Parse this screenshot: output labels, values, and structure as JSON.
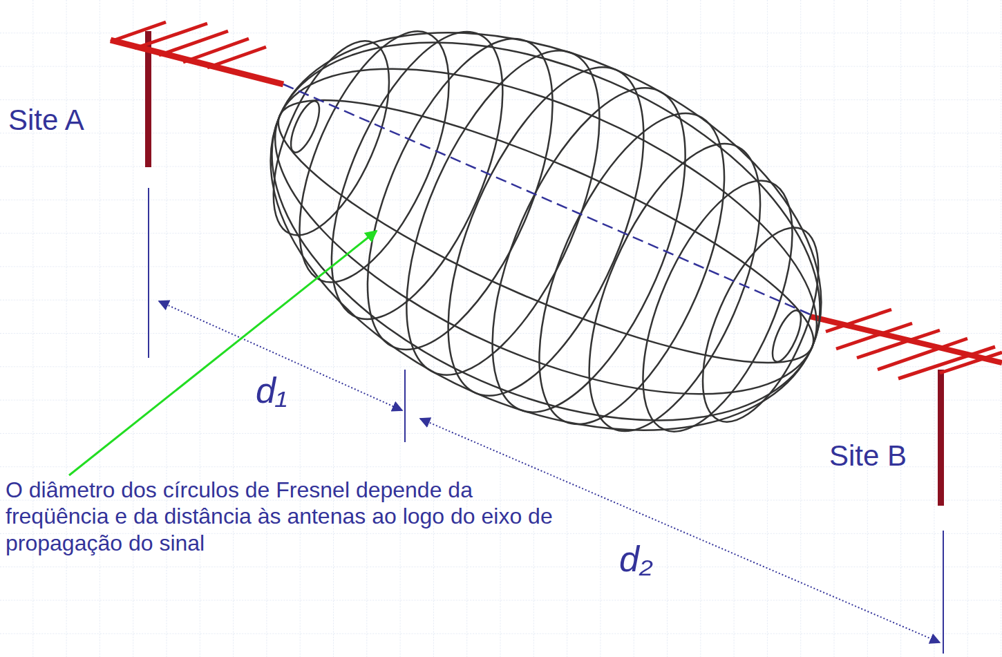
{
  "diagram": {
    "labels": [
      "Site A",
      "Site B",
      "d₁",
      "d₂",
      "O diâmetro dos círculos de Fresnel depende da freqüência e da distância às antenas ao logo do eixo de propagação do sinal"
    ]
  }
}
